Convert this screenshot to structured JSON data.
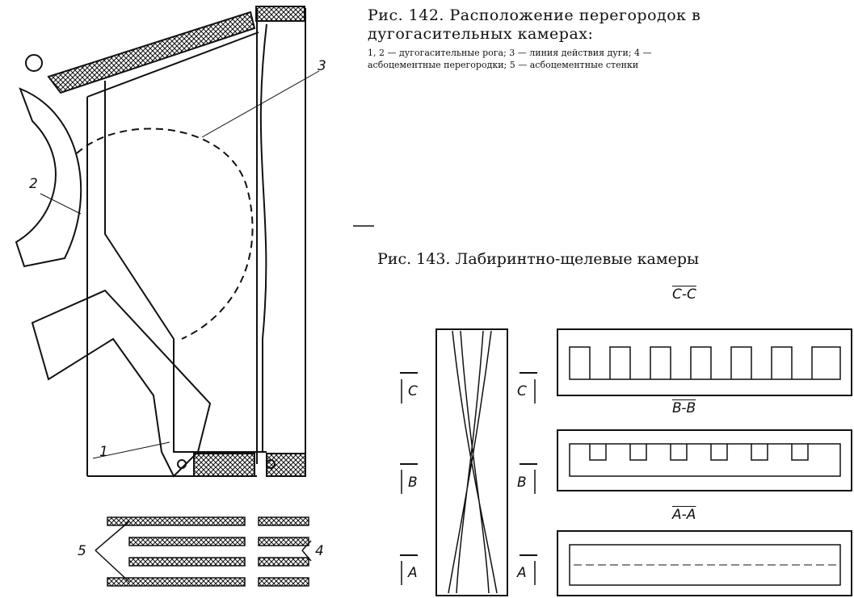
{
  "fig142": {
    "title": "Рис. 142. Расположение перегородок в дугогасительных камерах:",
    "legend": "1, 2 — дугогасительные рога; 3 — линия действия дуги; 4 — асбоцементные перегородки; 5 — асбоцементные стенки",
    "callouts": [
      "1",
      "2",
      "3",
      "4",
      "5"
    ]
  },
  "fig143": {
    "title": "Рис. 143. Лабиринтно-щелевые камеры",
    "sections": [
      "C-C",
      "B-B",
      "A-A"
    ],
    "markers": [
      "C",
      "B",
      "A"
    ]
  }
}
